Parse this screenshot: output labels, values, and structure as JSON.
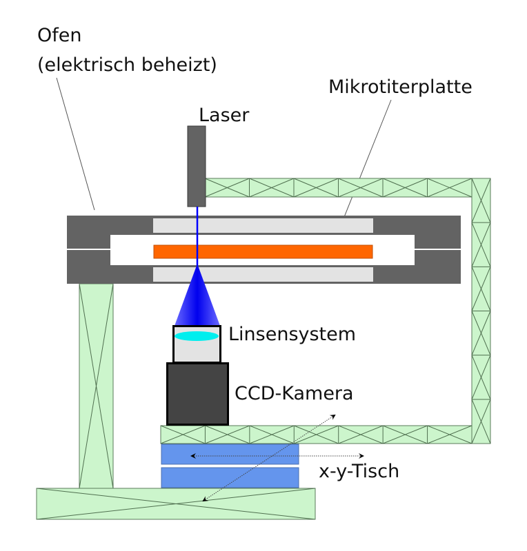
{
  "title": "Versuchsaufbau Mikrotiterplatte",
  "labels": {
    "oven_line1": "Ofen",
    "oven_line2": "(elektrisch beheizt)",
    "laser": "Laser",
    "microplate": "Mikrotiterplatte",
    "lens_system": "Linsensystem",
    "ccd_camera": "CCD-Kamera",
    "xy_table": "x-y-Tisch"
  },
  "colors": {
    "oven": "#636363",
    "oven_insert": "#e3e3e3",
    "microplate": "#ff6600",
    "laser_beam": "#0000ff",
    "lens": "#00eeee",
    "lens_housing": "#e3e3e3",
    "camera": "#444444",
    "truss": "#ccf5cc",
    "xy_table": "#6495ed"
  },
  "icons": {
    "arrow_x": "double-arrow-horizontal",
    "arrow_y": "double-arrow-diagonal"
  }
}
